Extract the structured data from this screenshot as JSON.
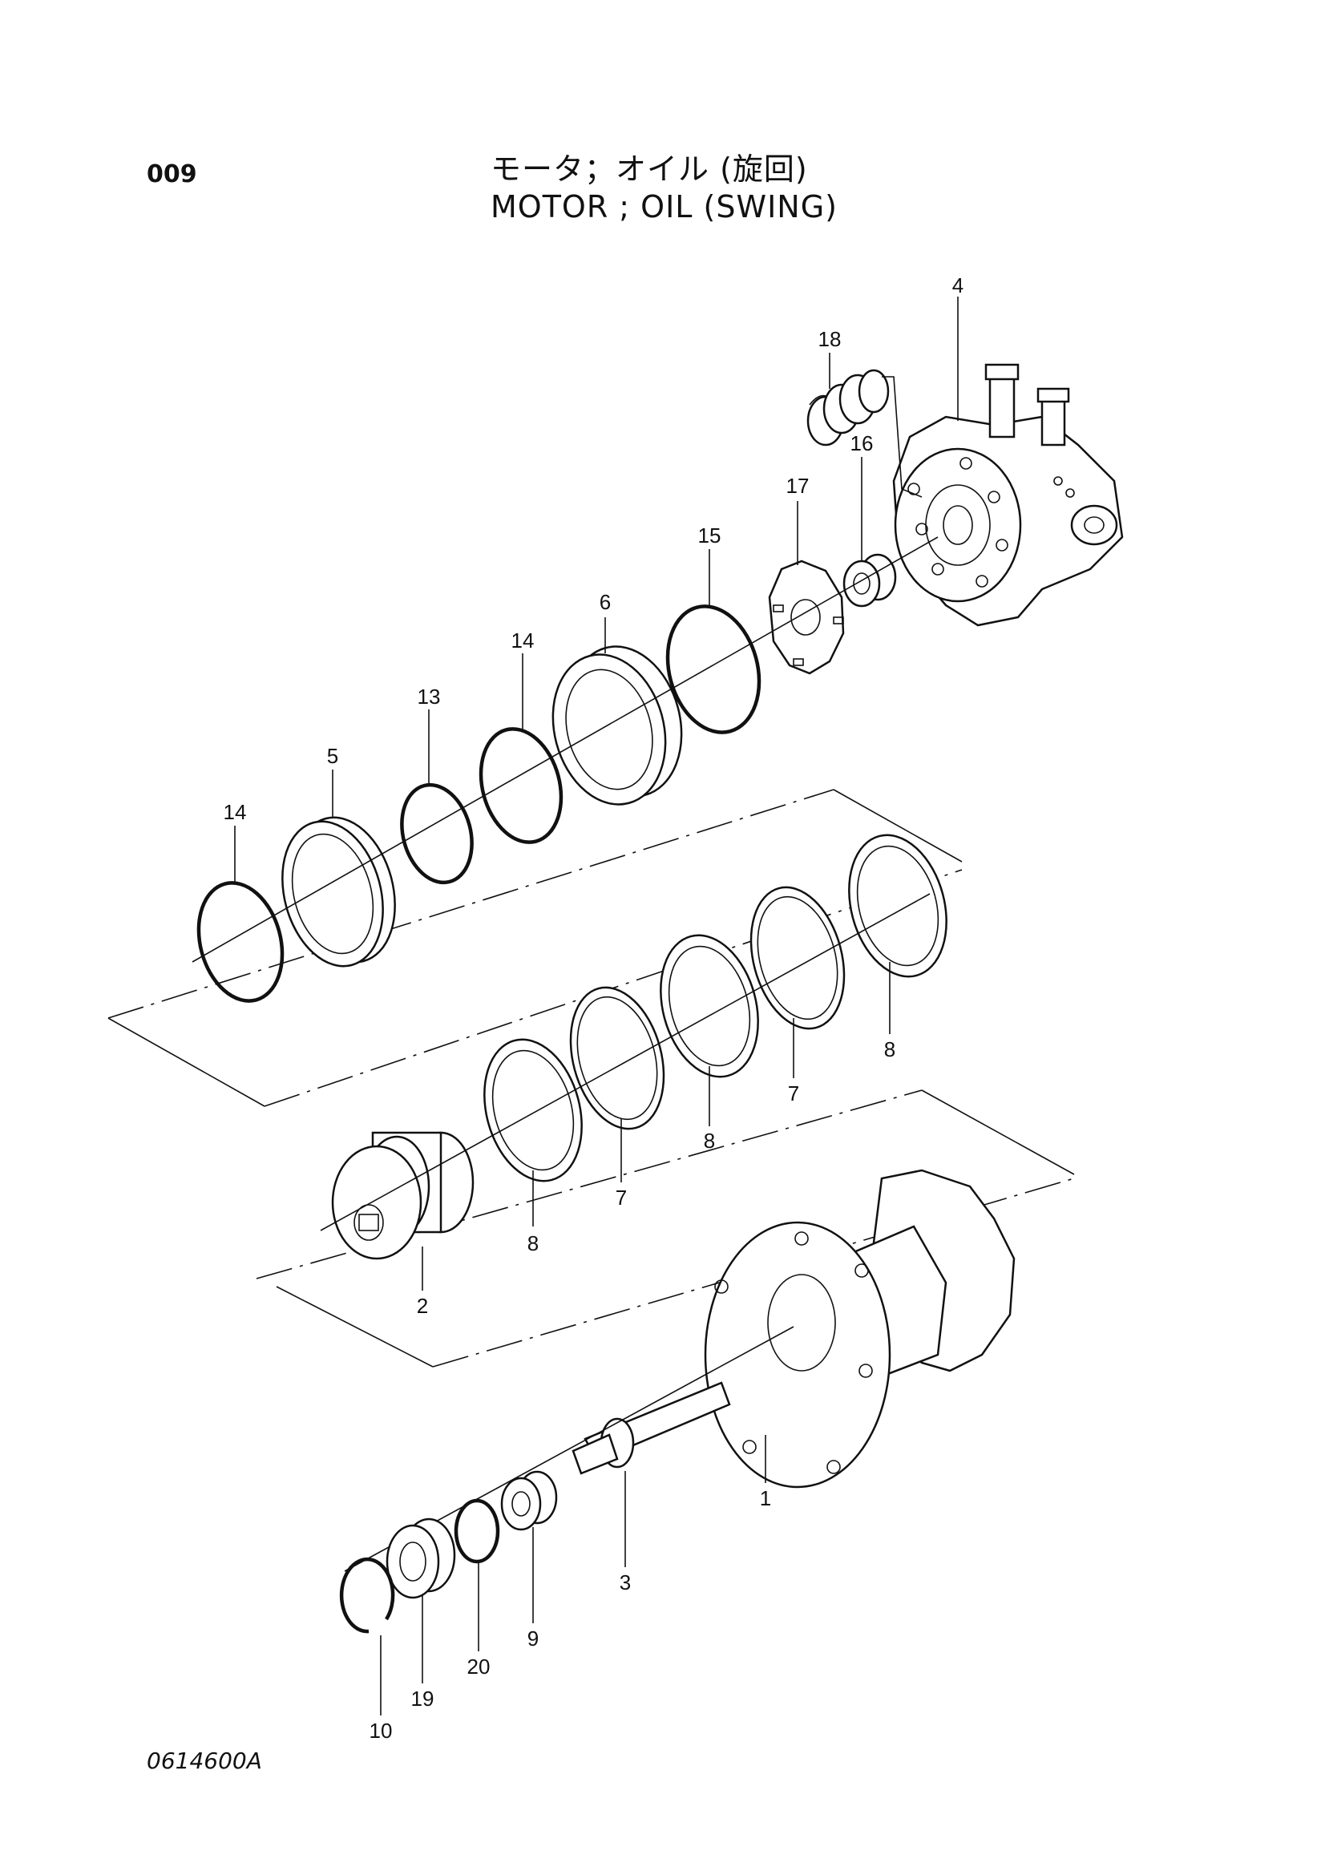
{
  "header": {
    "page_code": "009",
    "title_jp": "モータ；オイル (旋回)",
    "title_en": "MOTOR ; OIL (SWING)"
  },
  "footer": {
    "drawing_number": "0614600A"
  },
  "callouts": {
    "c1": "1",
    "c2": "2",
    "c3": "3",
    "c4": "4",
    "c5": "5",
    "c6": "6",
    "c7a": "7",
    "c7b": "7",
    "c8a": "8",
    "c8b": "8",
    "c8c": "8",
    "c9": "9",
    "c10": "10",
    "c13": "13",
    "c14a": "14",
    "c14b": "14",
    "c15": "15",
    "c16": "16",
    "c17": "17",
    "c18": "18",
    "c19": "19",
    "c20": "20"
  }
}
